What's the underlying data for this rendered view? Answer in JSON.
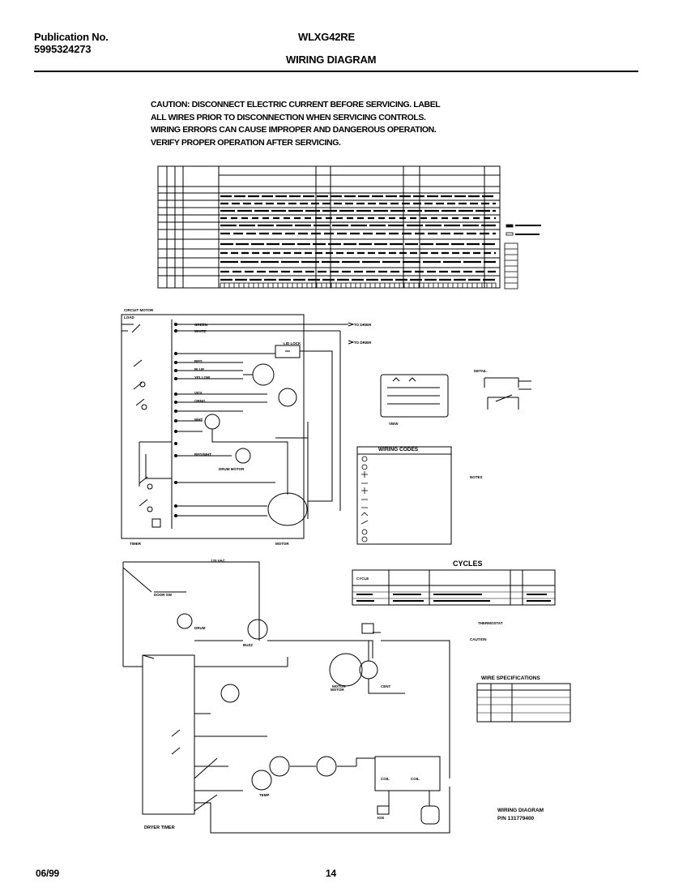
{
  "header": {
    "publication_label": "Publication No.",
    "publication_number": "5995324273",
    "model": "WLXG42RE",
    "title": "WIRING DIAGRAM"
  },
  "caution": [
    "CAUTION: DISCONNECT ELECTRIC CURRENT BEFORE SERVICING. LABEL",
    "ALL WIRES PRIOR TO DISCONNECTION WHEN SERVICING CONTROLS.",
    "WIRING ERRORS CAN CAUSE IMPROPER AND DANGEROUS OPERATION.",
    "VERIFY PROPER OPERATION AFTER SERVICING."
  ],
  "blocks": {
    "wiring_codes_title": "WIRING CODES",
    "cycles_title": "CYCLES",
    "wire_specs_title": "WIRE SPECIFICATIONS",
    "schematic_title": "WIRING DIAGRAM",
    "schematic_pn": "P/N 131779400",
    "dryer_timer": "DRYER TIMER",
    "motor": "MOTOR",
    "drum_motor": "DRUM MOTOR"
  },
  "footer": {
    "date": "06/99",
    "page": "14"
  },
  "colors": {
    "ink": "#000000",
    "paper": "#ffffff"
  }
}
